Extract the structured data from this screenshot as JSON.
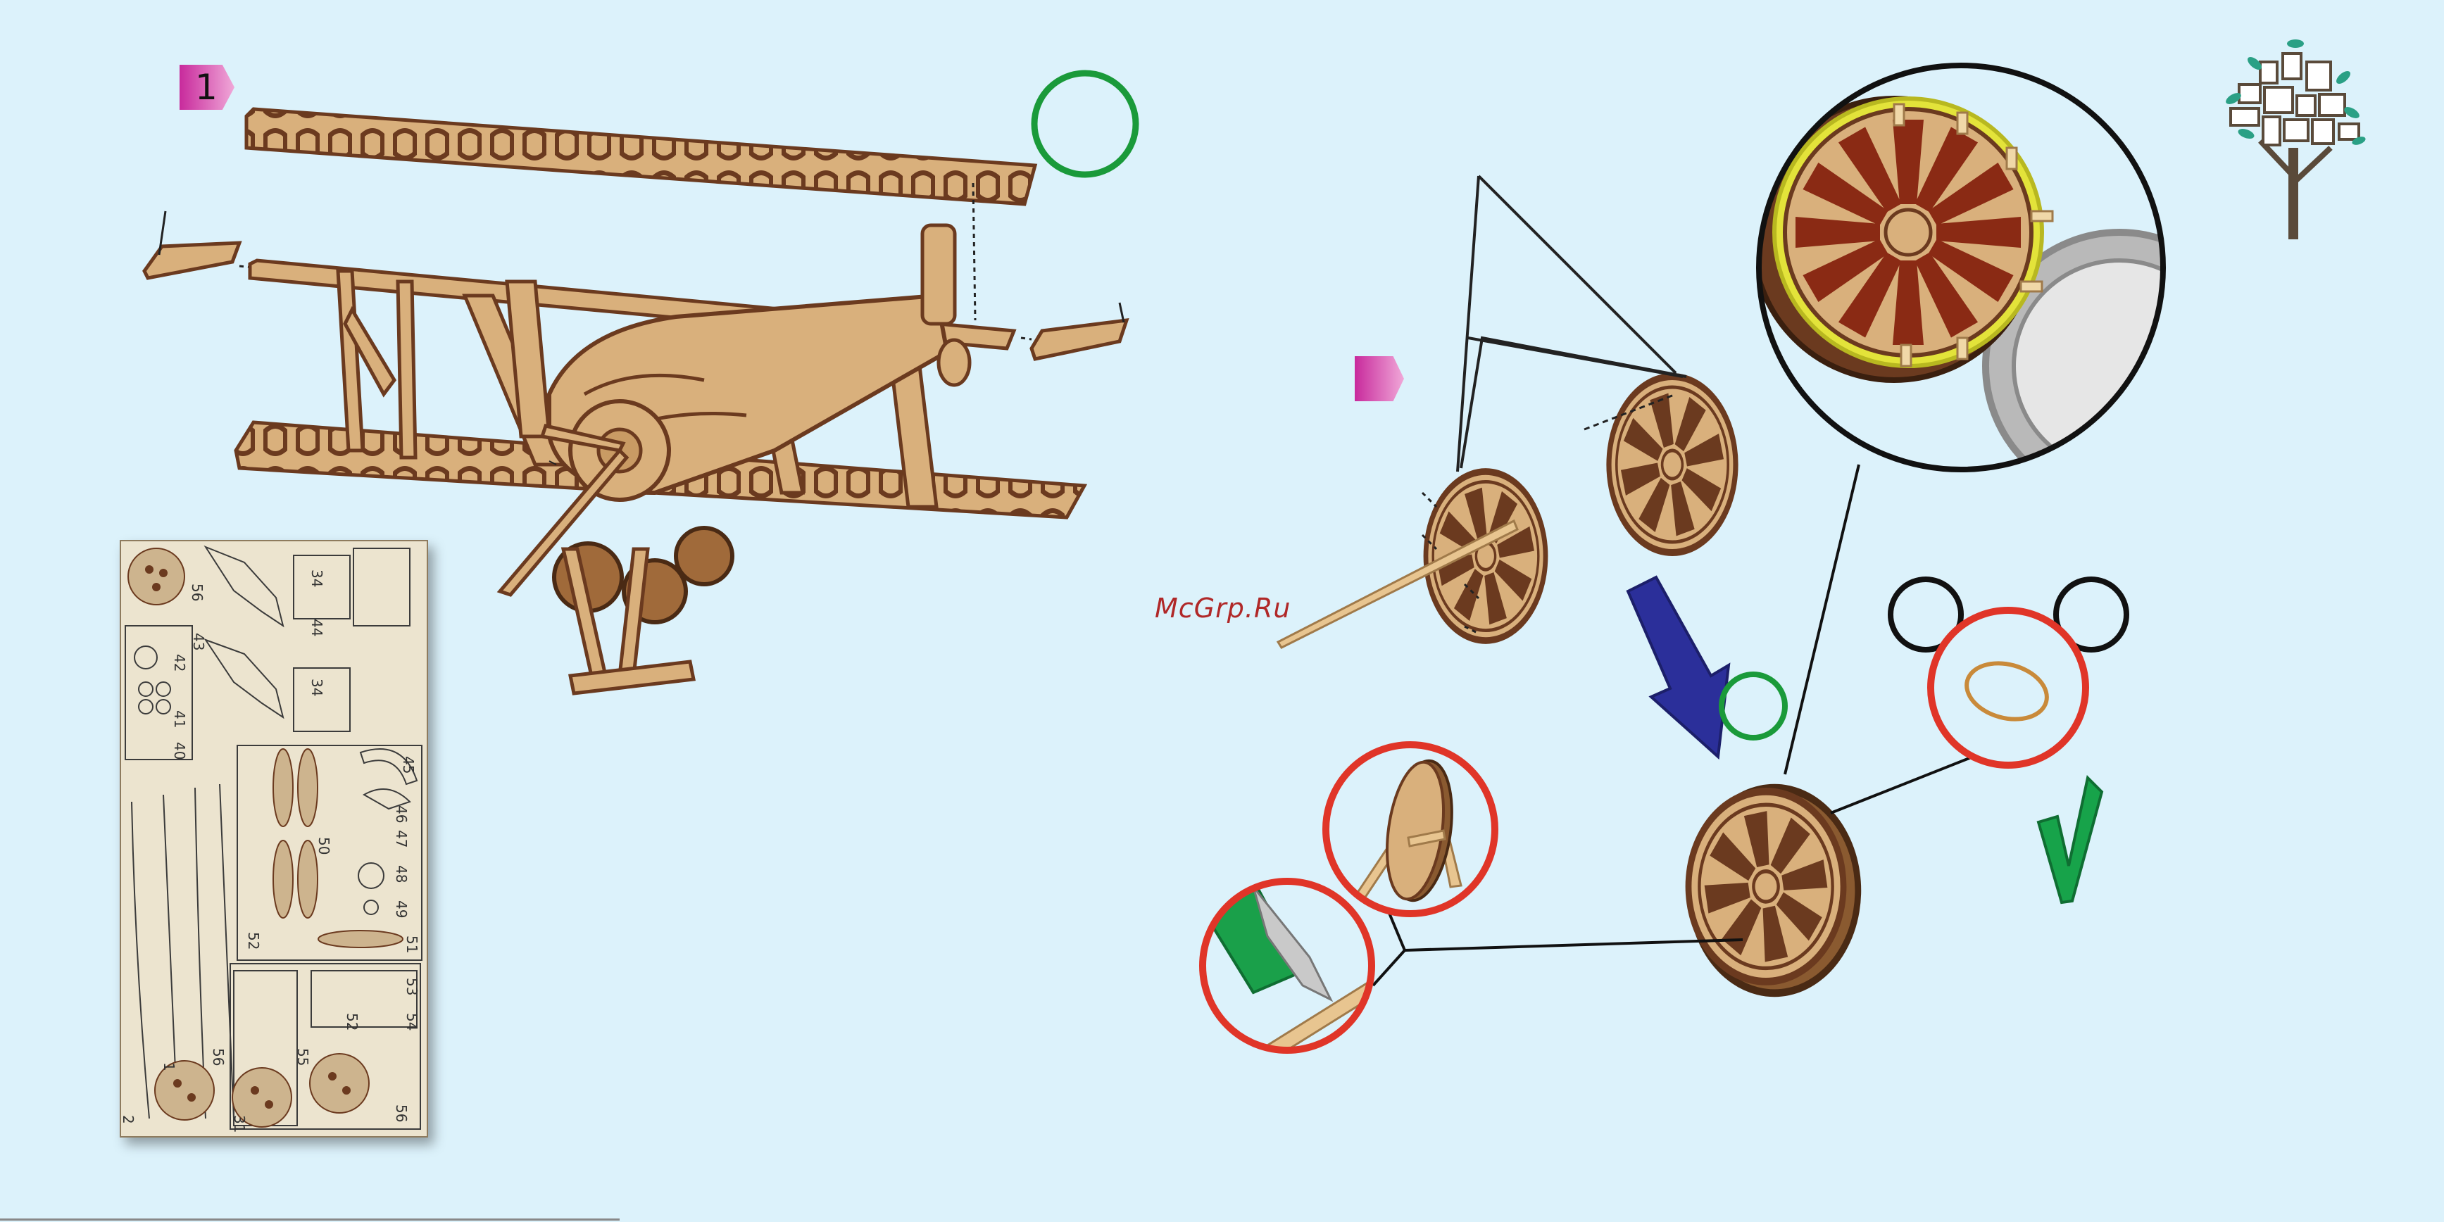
{
  "steps": {
    "step1_number": "1",
    "step2_number": ""
  },
  "watermark": "McGrp.Ru",
  "parts_sheet": {
    "numbers": [
      "56",
      "34",
      "44",
      "43",
      "42",
      "34",
      "41",
      "40",
      "45",
      "46",
      "47",
      "50",
      "48",
      "49",
      "52",
      "51",
      "53",
      "54",
      "52",
      "55",
      "56",
      "56",
      "31",
      "1",
      "2",
      "1"
    ]
  },
  "colors": {
    "background": "#dcf2fb",
    "wood_light": "#d9b07c",
    "wood_dark": "#6b3a1f",
    "step_badge": "#c82a9c",
    "ok_circle": "#1a9a3a",
    "warning_circle": "#e03528",
    "arrow": "#2b2f9a",
    "checkmark": "#17a34a"
  },
  "icons": [
    "step-badge-icon",
    "tree-logo-icon",
    "ok-circle-icon",
    "check-icon",
    "warning-circle-icon",
    "arrow-down-icon",
    "knife-icon",
    "rubber-band-icon"
  ]
}
